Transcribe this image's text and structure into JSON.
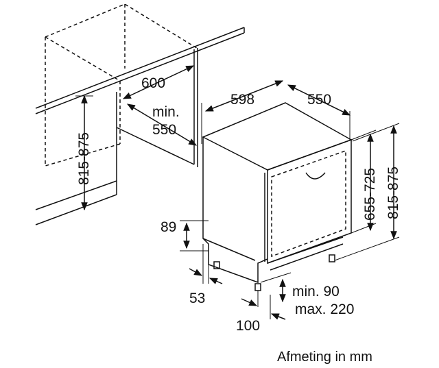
{
  "dimensions": {
    "cabinet_width": "600",
    "cabinet_depth_line1": "min.",
    "cabinet_depth_line2": "550",
    "cabinet_height": "815-875",
    "appliance_width": "598",
    "appliance_depth": "550",
    "door_height": "655-725",
    "appliance_height": "815-875",
    "plinth_height": "89",
    "plinth_depth": "53",
    "foot_offset": "100",
    "plinth_gap_min": "min. 90",
    "plinth_gap_max": "max. 220"
  },
  "caption": "Afmeting in mm"
}
